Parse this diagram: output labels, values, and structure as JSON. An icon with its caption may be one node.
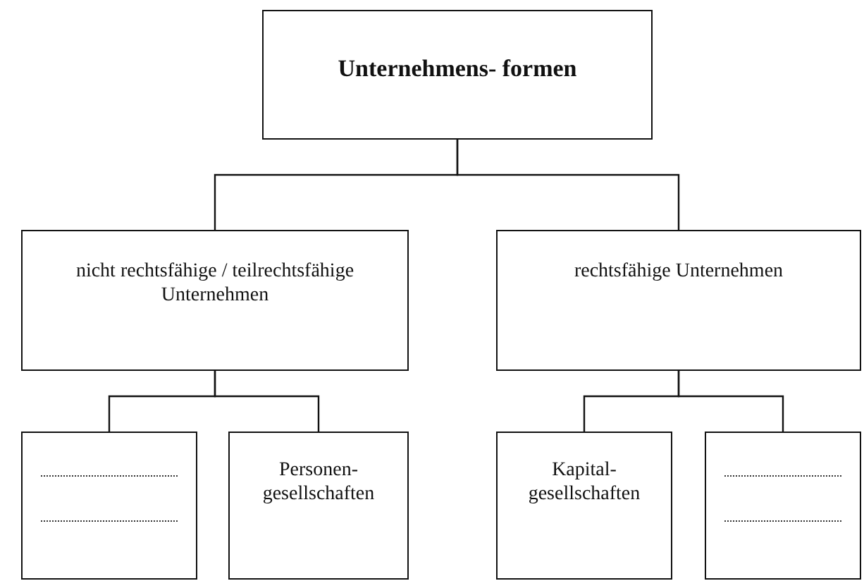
{
  "diagram": {
    "nodes": [
      {
        "text": [
          "Unternehmens- formen"
        ]
      },
      {
        "text": [
          "nicht rechtsfähige / teilrechtsfähige Unternehmen"
        ]
      },
      {
        "text": [
          "rechtsfähige Unternehmen"
        ]
      },
      {
        "text": [],
        "shape": "box"
      },
      {
        "text": [
          "Personen- gesellschaften"
        ]
      },
      {
        "text": [
          "Kapital- gesellschaften"
        ]
      },
      {
        "text": [],
        "shape": "box"
      }
    ],
    "edges": [
      {
        "from": 0,
        "to": 1,
        "arrow": "none"
      },
      {
        "from": 0,
        "to": 2,
        "arrow": "none"
      },
      {
        "from": 1,
        "to": 3,
        "arrow": "none"
      },
      {
        "from": 1,
        "to": 4,
        "arrow": "none"
      },
      {
        "from": 2,
        "to": 5,
        "arrow": "none"
      },
      {
        "from": 2,
        "to": 6,
        "arrow": "none"
      }
    ]
  }
}
